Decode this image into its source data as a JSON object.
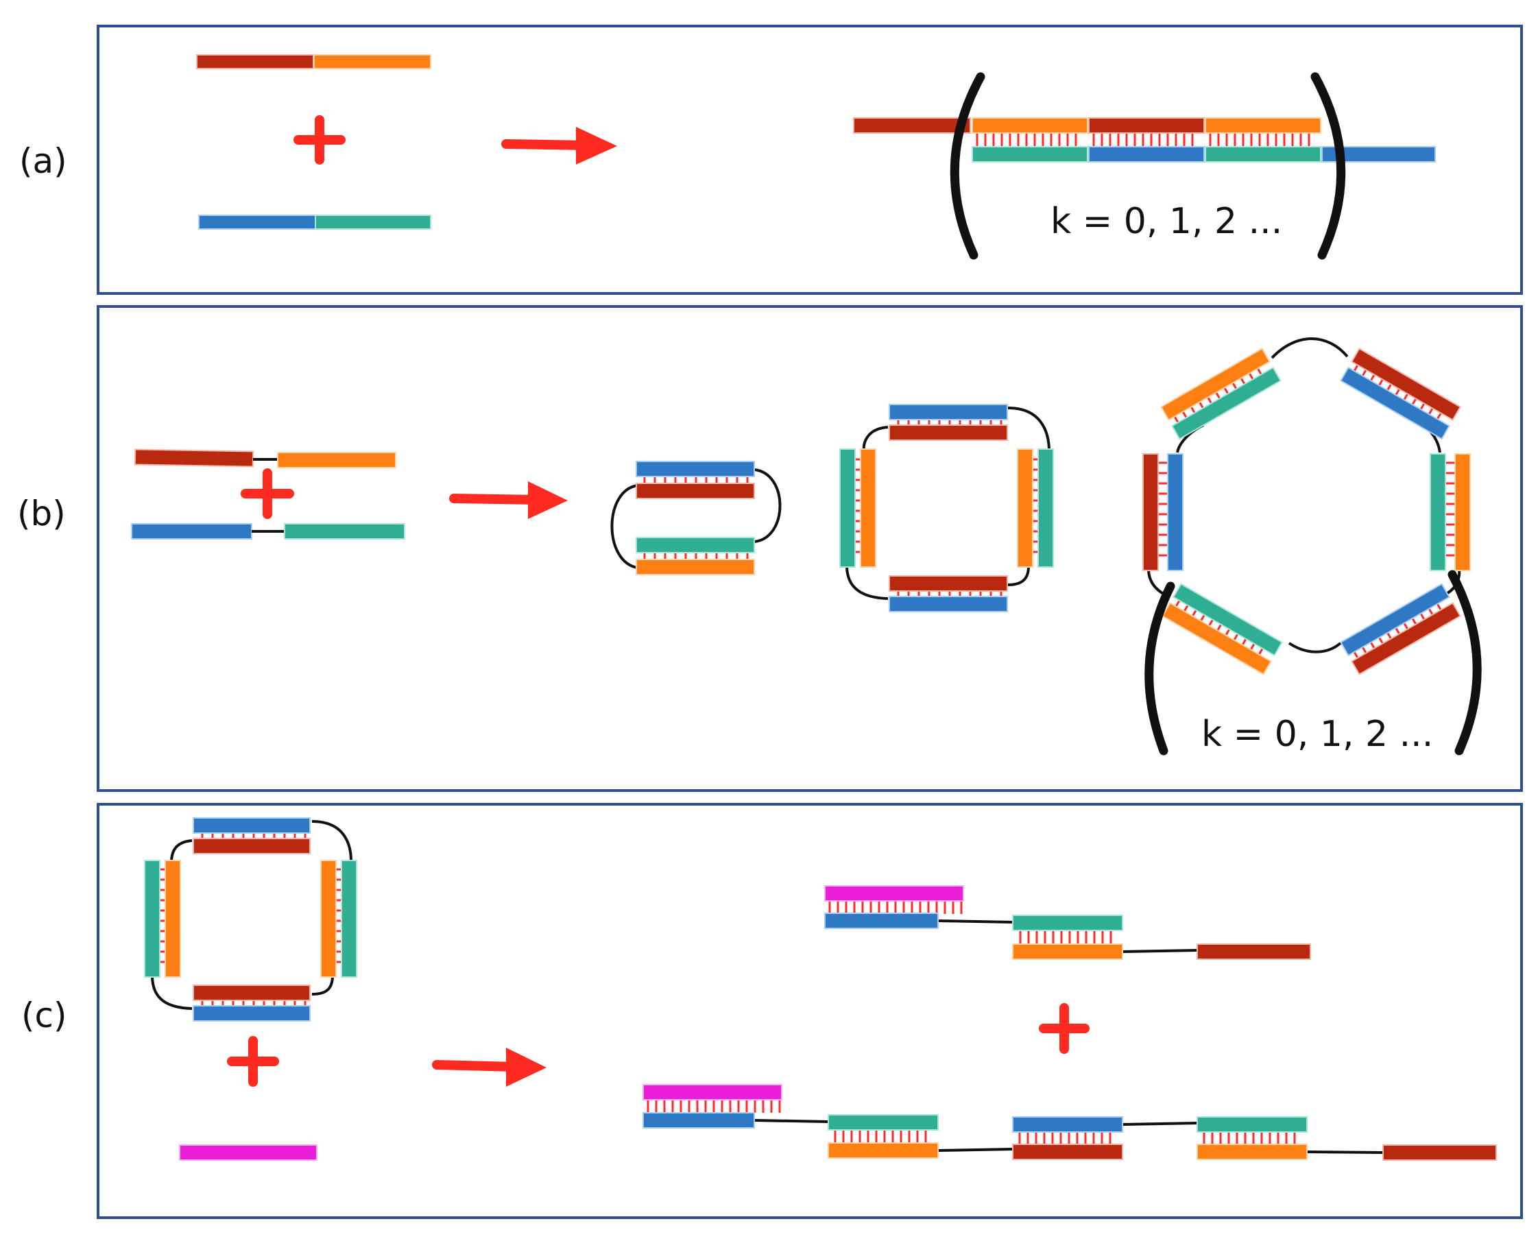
{
  "panels": [
    {
      "id": "a",
      "label": "(a)",
      "formula": "k = 0, 1, 2 ..."
    },
    {
      "id": "b",
      "label": "(b)",
      "formula": "k = 0, 1, 2 ..."
    },
    {
      "id": "c",
      "label": "(c)",
      "formula": ""
    }
  ],
  "colors": {
    "dark_red": "#b8290f",
    "orange": "#ff8012",
    "blue": "#2f78c4",
    "teal": "#2fae94",
    "magenta": "#ea1ed6",
    "rung": "#ff2a2a",
    "linker": "#111111",
    "arrow": "#ff2a20",
    "plus": "#ff2a20",
    "frame": "#2e4f93"
  }
}
